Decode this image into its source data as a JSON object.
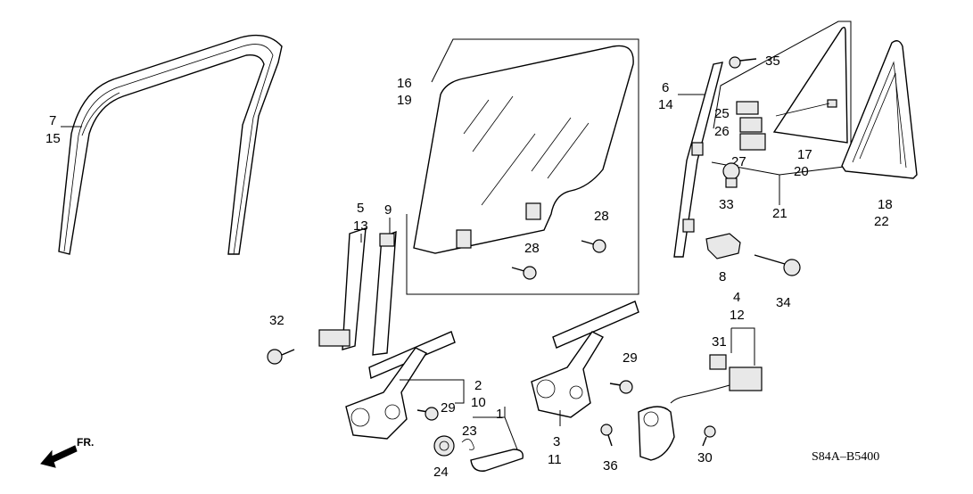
{
  "diagram": {
    "ref_code": "S84A–B5400",
    "front_label": "FR.",
    "callouts": {
      "p7": "7",
      "p15": "15",
      "p16": "16",
      "p19": "19",
      "p5": "5",
      "p13": "13",
      "p9": "9",
      "p28a": "28",
      "p28b": "28",
      "p6": "6",
      "p14": "14",
      "p35": "35",
      "p25": "25",
      "p26": "26",
      "p27": "27",
      "p17": "17",
      "p20": "20",
      "p33": "33",
      "p21": "21",
      "p18": "18",
      "p22": "22",
      "p8": "8",
      "p34": "34",
      "p4": "4",
      "p12": "12",
      "p31": "31",
      "p32": "32",
      "p2": "2",
      "p10": "10",
      "p29a": "29",
      "p29b": "29",
      "p1": "1",
      "p23": "23",
      "p24": "24",
      "p3": "3",
      "p11": "11",
      "p36": "36",
      "p30": "30"
    }
  }
}
